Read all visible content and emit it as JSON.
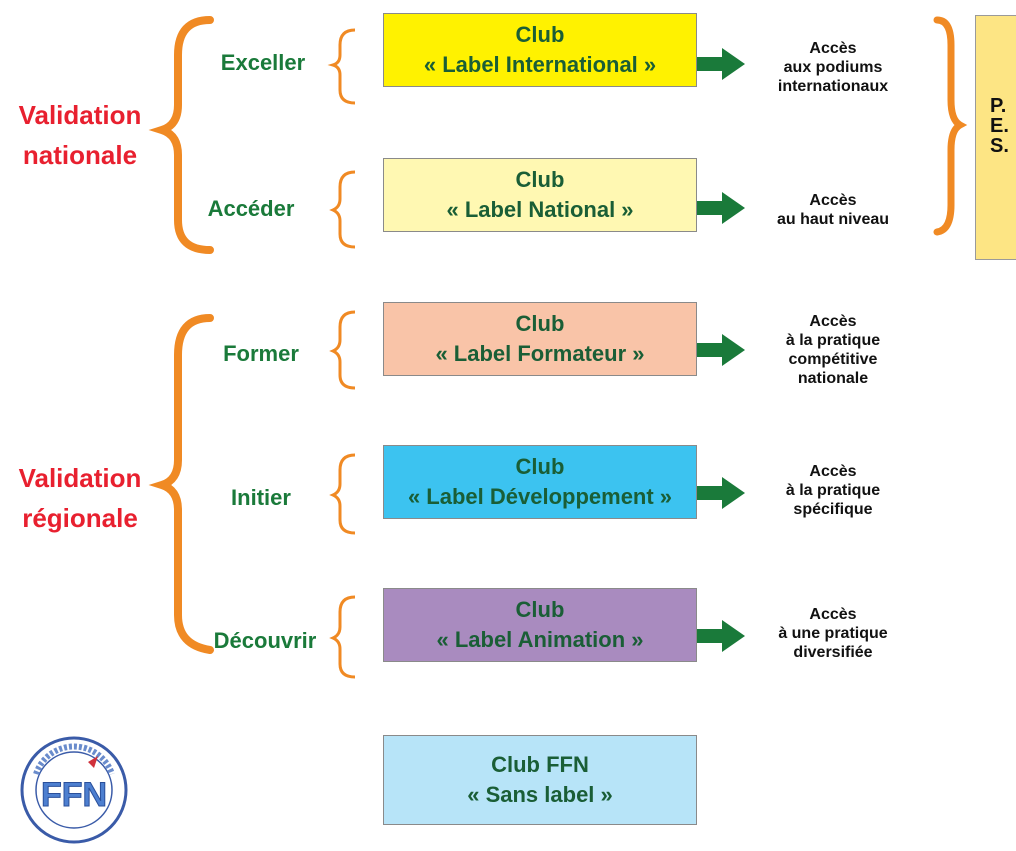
{
  "validations": {
    "nationale": {
      "line1": "Validation",
      "line2": "nationale"
    },
    "regionale": {
      "line1": "Validation",
      "line2": "régionale"
    }
  },
  "levels": [
    {
      "verb": "Exceller",
      "club": "Club",
      "label": "« Label International »",
      "color": "#fff200",
      "access": [
        "Accès",
        "aux podiums",
        "internationaux"
      ]
    },
    {
      "verb": "Accéder",
      "club": "Club",
      "label": "« Label National »",
      "color": "#fff8b2",
      "access": [
        "Accès",
        "au haut niveau"
      ]
    },
    {
      "verb": "Former",
      "club": "Club",
      "label": "« Label Formateur »",
      "color": "#f9c4a8",
      "access": [
        "Accès",
        "à la pratique",
        "compétitive",
        "nationale"
      ]
    },
    {
      "verb": "Initier",
      "club": "Club",
      "label": "« Label Développement »",
      "color": "#3cc3f0",
      "access": [
        "Accès",
        "à la pratique",
        "spécifique"
      ]
    },
    {
      "verb": "Découvrir",
      "club": "Club",
      "label": "« Label Animation »",
      "color": "#a98bbf",
      "access": [
        "Accès",
        "à une pratique",
        "diversifiée"
      ]
    }
  ],
  "base": {
    "club": "Club FFN",
    "label": "« Sans label »",
    "color": "#b7e4f8"
  },
  "pes": [
    "P.",
    "E.",
    "S."
  ],
  "logo": {
    "text": "FFN"
  },
  "colors": {
    "brace": "#f08a24",
    "arrow": "#1a7a3a",
    "validation": "#e8202f",
    "verb": "#1a7a3a"
  }
}
